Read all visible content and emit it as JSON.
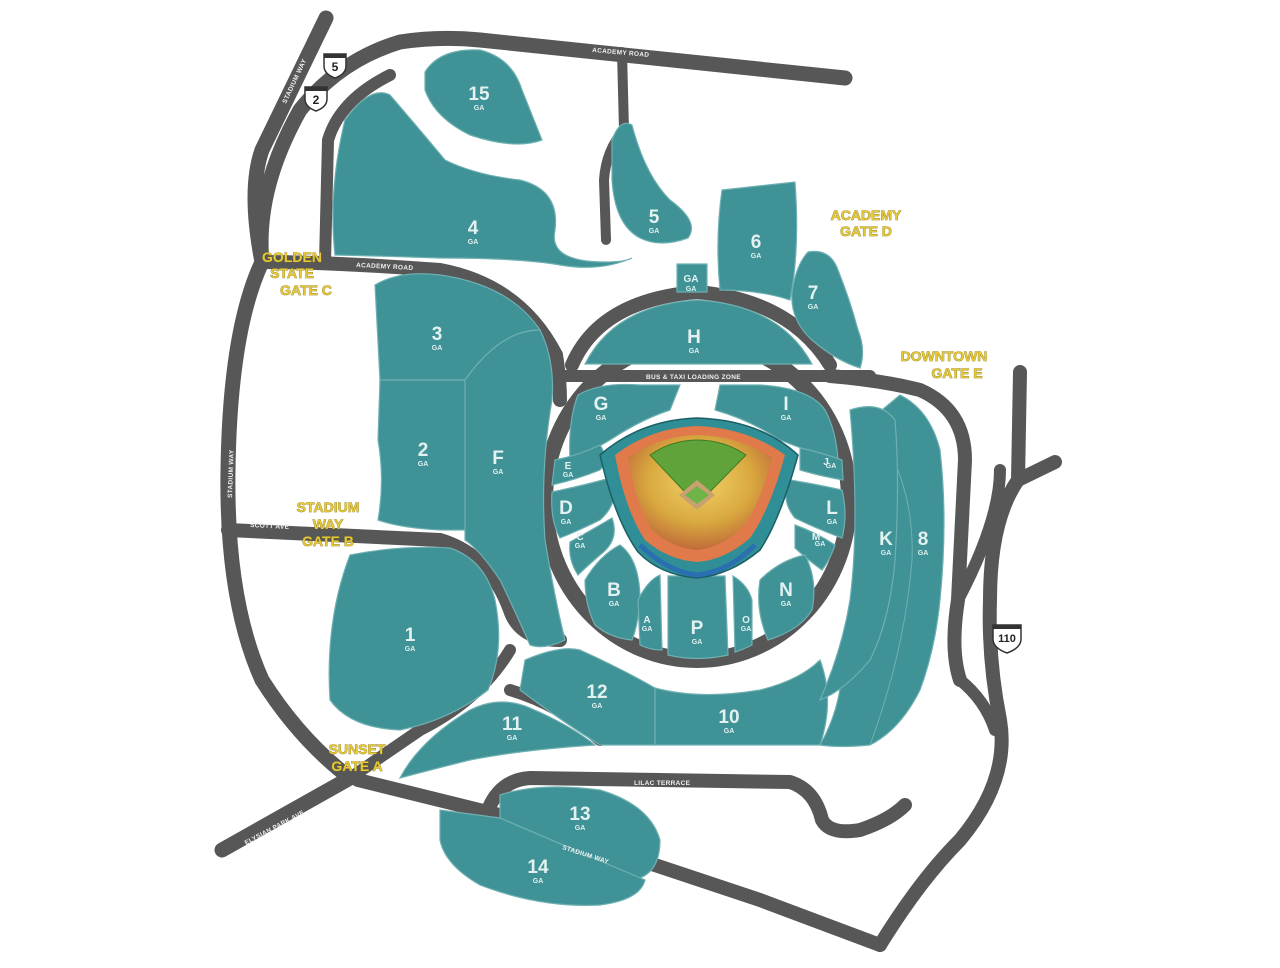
{
  "lots": [
    {
      "id": "lot-15",
      "name": "15",
      "sub": "GA"
    },
    {
      "id": "lot-4",
      "name": "4",
      "sub": "GA"
    },
    {
      "id": "lot-5",
      "name": "5",
      "sub": "GA"
    },
    {
      "id": "lot-6",
      "name": "6",
      "sub": "GA"
    },
    {
      "id": "lot-7",
      "name": "7",
      "sub": "GA"
    },
    {
      "id": "lot-ga-top",
      "name": "GA",
      "sub": "GA"
    },
    {
      "id": "lot-h",
      "name": "H",
      "sub": "GA"
    },
    {
      "id": "lot-3",
      "name": "3",
      "sub": "GA"
    },
    {
      "id": "lot-2",
      "name": "2",
      "sub": "GA"
    },
    {
      "id": "lot-f",
      "name": "F",
      "sub": "GA"
    },
    {
      "id": "lot-1",
      "name": "1",
      "sub": "GA"
    },
    {
      "id": "lot-g",
      "name": "G",
      "sub": "GA"
    },
    {
      "id": "lot-i",
      "name": "I",
      "sub": "GA"
    },
    {
      "id": "lot-e",
      "name": "E",
      "sub": "GA"
    },
    {
      "id": "lot-j",
      "name": "J",
      "sub": "GA"
    },
    {
      "id": "lot-d",
      "name": "D",
      "sub": "GA"
    },
    {
      "id": "lot-c",
      "name": "C",
      "sub": "GA"
    },
    {
      "id": "lot-l",
      "name": "L",
      "sub": "GA"
    },
    {
      "id": "lot-m",
      "name": "M",
      "sub": "GA"
    },
    {
      "id": "lot-b",
      "name": "B",
      "sub": "GA"
    },
    {
      "id": "lot-a",
      "name": "A",
      "sub": "GA"
    },
    {
      "id": "lot-p",
      "name": "P",
      "sub": "GA"
    },
    {
      "id": "lot-o",
      "name": "O",
      "sub": "GA"
    },
    {
      "id": "lot-n",
      "name": "N",
      "sub": "GA"
    },
    {
      "id": "lot-k",
      "name": "K",
      "sub": "GA"
    },
    {
      "id": "lot-8",
      "name": "8",
      "sub": "GA"
    },
    {
      "id": "lot-12",
      "name": "12",
      "sub": "GA"
    },
    {
      "id": "lot-10",
      "name": "10",
      "sub": "GA"
    },
    {
      "id": "lot-11",
      "name": "11",
      "sub": "GA"
    },
    {
      "id": "lot-13",
      "name": "13",
      "sub": "GA"
    },
    {
      "id": "lot-14",
      "name": "14",
      "sub": "GA"
    }
  ],
  "gates": {
    "golden_state": [
      "GOLDEN",
      "STATE",
      "GATE C"
    ],
    "academy": [
      "ACADEMY",
      "GATE D"
    ],
    "downtown": [
      "DOWNTOWN",
      "GATE E"
    ],
    "stadium_way": [
      "STADIUM",
      "WAY",
      "GATE B"
    ],
    "sunset": [
      "SUNSET",
      "GATE A"
    ]
  },
  "roads": {
    "academy_road_top": "ACADEMY ROAD",
    "academy_road_mid": "ACADEMY ROAD",
    "stadium_way_nw": "STADIUM WAY",
    "stadium_way_west": "STADIUM WAY",
    "scott_ave": "SCOTT AVE",
    "bus_taxi": "BUS & TAXI LOADING ZONE",
    "lilac_terrace": "LILAC TERRACE",
    "stadium_way_south": "STADIUM WAY",
    "elysian_park_ave": "ELYSIAN PARK AVE"
  },
  "shields": {
    "i5": "5",
    "i2": "2",
    "i110": "110"
  },
  "colors": {
    "lot": "#3f9296",
    "road": "#575757",
    "gate_text": "#e5c93a",
    "field": "#5fa33a"
  }
}
